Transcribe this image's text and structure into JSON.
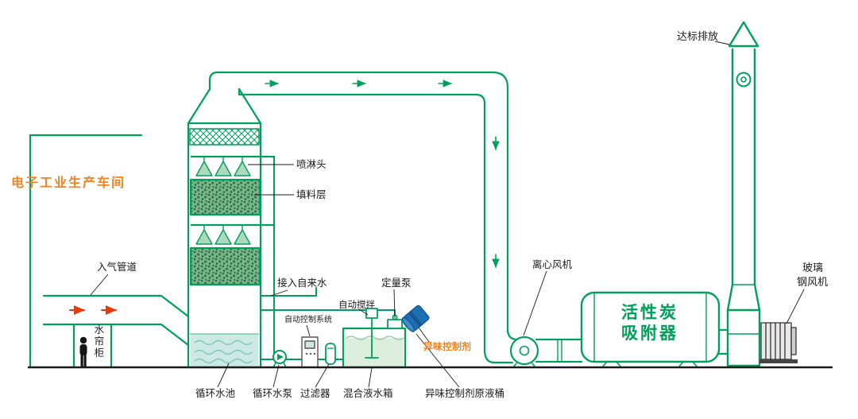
{
  "diagram": {
    "type": "process-flow",
    "subject": "electronics-industry-waste-gas-treatment",
    "labels": {
      "workshop": "电子工业生产车间",
      "inlet_duct": "入气管道",
      "water_curtain_cabinet": "水帘柜",
      "spray_heads": "喷淋头",
      "packing_layer": "填料层",
      "tap_water_inlet": "接入自来水",
      "auto_control_system": "自动控制系统",
      "auto_stirrer": "自动搅拌",
      "metering_pump": "定量泵",
      "odor_control_agent": "异味控制剂",
      "circulating_pool": "循环水池",
      "circulating_pump": "循环水泵",
      "filter": "过滤器",
      "mixing_tank": "混合液水箱",
      "odor_agent_drum": "异味控制剂原液桶",
      "centrifugal_fan": "离心风机",
      "carbon_adsorber_line1": "活性炭",
      "carbon_adsorber_line2": "吸附器",
      "frp_fan_line1": "玻璃",
      "frp_fan_line2": "钢风机",
      "compliant_discharge": "达标排放"
    },
    "colors": {
      "line_green": "#00A05C",
      "accent_orange": "#F5821F",
      "flow_red": "#E8380D",
      "barrel_blue": "#1C6FB5",
      "water_fill": "#CDE9E3",
      "packing_green": "#7AB489",
      "text_black": "#1a1a1a"
    }
  }
}
